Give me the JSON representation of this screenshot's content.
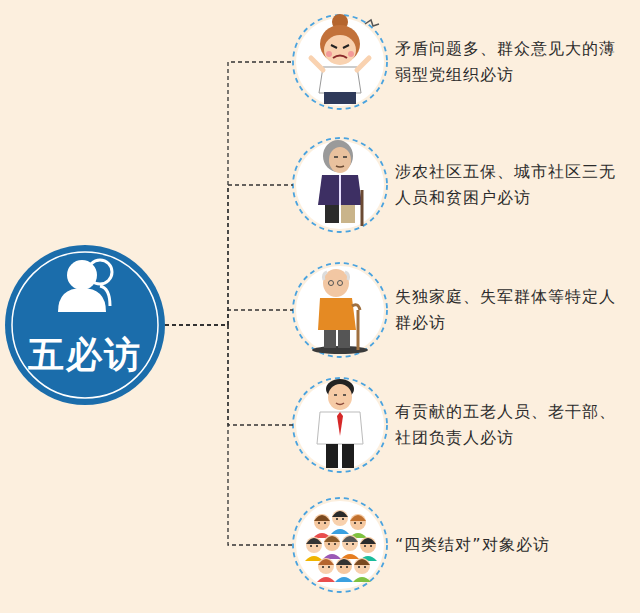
{
  "diagram": {
    "nodes": [
      {
        "text": [
          "五必访"
        ]
      },
      {
        "text": [
          "矛盾问题多、群众意见大的薄弱型党组织必访"
        ]
      },
      {
        "text": [
          "涉农社区五保、城市社区三无人员和贫困户必访"
        ]
      },
      {
        "text": [
          "失独家庭、失军群体等特定人群必访"
        ]
      },
      {
        "text": [
          "有贡献的五老人员、老干部、社团负责人必访"
        ]
      },
      {
        "text": [
          "“四类结对”对象必访"
        ]
      }
    ],
    "edges": [
      {
        "from": 0,
        "to": 1,
        "arrow": "none"
      },
      {
        "from": 0,
        "to": 2,
        "arrow": "none"
      },
      {
        "from": 0,
        "to": 3,
        "arrow": "none"
      },
      {
        "from": 0,
        "to": 4,
        "arrow": "none"
      },
      {
        "from": 0,
        "to": 5,
        "arrow": "none"
      }
    ]
  }
}
